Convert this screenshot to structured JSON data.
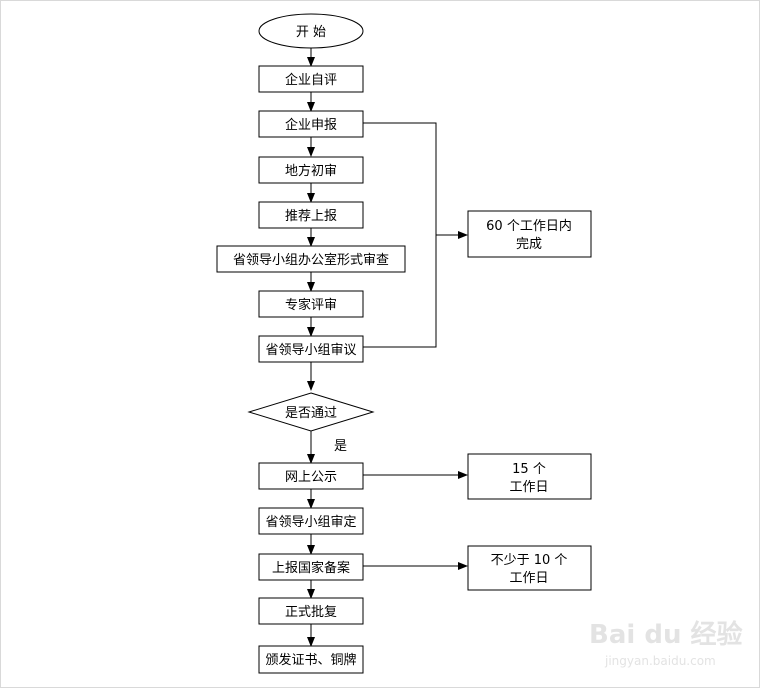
{
  "flow": {
    "start": "开 始",
    "steps": [
      "企业自评",
      "企业申报",
      "地方初审",
      "推荐上报",
      "省领导小组办公室形式审查",
      "专家评审",
      "省领导小组审议"
    ],
    "decision": "是否通过",
    "yes_label": "是",
    "steps_after": [
      "网上公示",
      "省领导小组审定",
      "上报国家备案",
      "正式批复",
      "颁发证书、铜牌"
    ]
  },
  "notes": {
    "review_period_line1": "60 个工作日内",
    "review_period_line2": "完成",
    "publicity_line1": "15 个",
    "publicity_line2": "工作日",
    "filing_line1": "不少于 10 个",
    "filing_line2": "工作日"
  },
  "watermark": {
    "brand": "Bai du 经验",
    "url": "jingyan.baidu.com"
  }
}
